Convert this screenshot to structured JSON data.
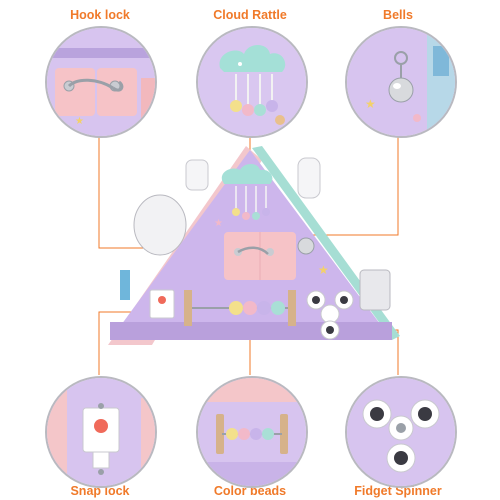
{
  "labels": {
    "hook_lock": "Hook lock",
    "cloud_rattle": "Cloud Rattle",
    "bells": "Bells",
    "snap_lock": "Snap lock",
    "color_beads": "Color beads",
    "fidget_spinner": "Fidget Spinner"
  },
  "colors": {
    "label_orange": "#f07a2a",
    "purple": "#c9b3e8",
    "pink": "#f4c6c9",
    "mint": "#a9dfd6",
    "circle_border": "#b9b9c0"
  }
}
